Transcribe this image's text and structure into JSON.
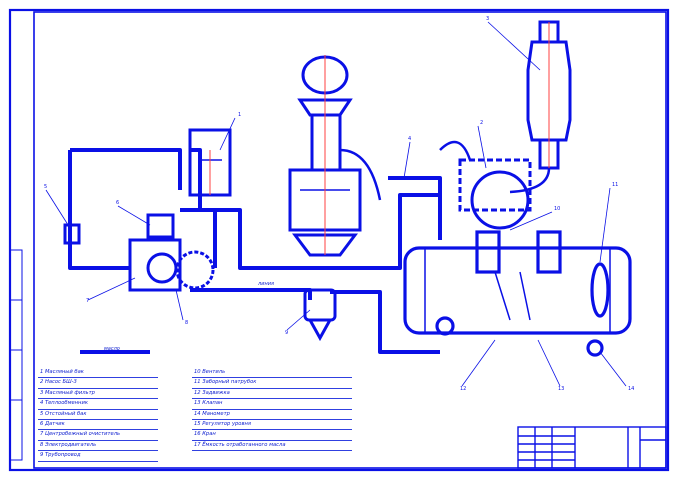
{
  "drawing": {
    "stroke_color": "#0a10e6",
    "pipe_color": "#0a10e6",
    "accent_color": "#ff4040",
    "callouts": [
      "1",
      "2",
      "3",
      "4",
      "5",
      "6",
      "7",
      "8",
      "9",
      "10",
      "11",
      "12",
      "13",
      "14"
    ]
  },
  "legend": {
    "left": [
      "1 Масляный бак",
      "2 Насос БШ-3",
      "3 Масляный фильтр",
      "4 Теплообменник",
      "5 Отстойный бак",
      "6 Датчик",
      "7 Центробежный очиститель",
      "8 Электродвигатель",
      "9 Трубопровод"
    ],
    "right": [
      "10 Вентиль",
      "11 Заборный патрубок",
      "12 Задвижка",
      "13 Клапан",
      "14 Манометр",
      "15 Регулятор уровня",
      "16 Кран",
      "17 Ёмкость отработанного масла"
    ]
  },
  "captions": {
    "flow": "масло",
    "pipe": "линия"
  },
  "title_block": {
    "row1": "",
    "row2": ""
  }
}
